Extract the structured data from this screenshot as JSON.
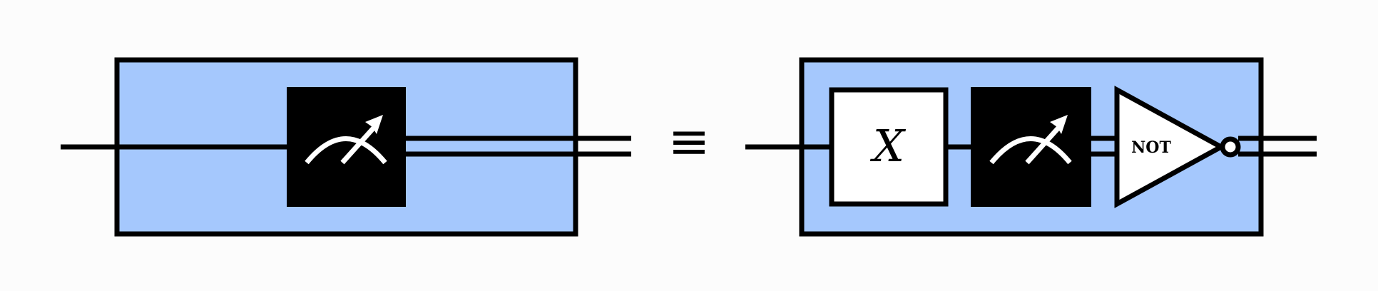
{
  "colors": {
    "block_fill": "#a5c8fd",
    "stroke": "#000000",
    "background": "#fcfcfc"
  },
  "left_circuit": {
    "gates": [
      {
        "type": "measurement",
        "icon": "meter-icon"
      }
    ]
  },
  "equivalence_symbol": "≡",
  "right_circuit": {
    "gates": [
      {
        "type": "pauli",
        "label": "X"
      },
      {
        "type": "measurement",
        "icon": "meter-icon"
      },
      {
        "type": "classical-not",
        "label": "NOT"
      }
    ]
  }
}
